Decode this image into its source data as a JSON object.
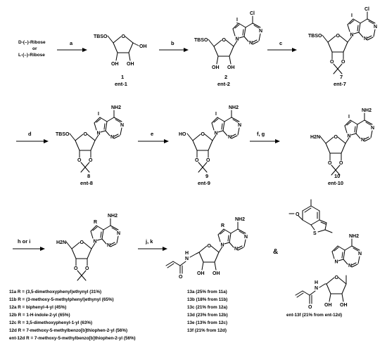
{
  "starting_material": {
    "line1": "D-(–)-Ribose",
    "line2": "or",
    "line3": "L-(–)-Ribose"
  },
  "reagents": {
    "a": "a",
    "b": "b",
    "c": "c",
    "d": "d",
    "e": "e",
    "fg": "f, g",
    "hi": "h or i",
    "jk": "j, k",
    "amp": "&"
  },
  "compounds": {
    "c1": {
      "num": "1",
      "ent": "ent-1"
    },
    "c2": {
      "num": "2",
      "ent": "ent-2"
    },
    "c7": {
      "num": "7",
      "ent": "ent-7"
    },
    "c8": {
      "num": "8",
      "ent": "ent-8"
    },
    "c9": {
      "num": "9",
      "ent": "ent-9"
    },
    "c10": {
      "num": "10",
      "ent": "ent-10"
    },
    "ent13f": {
      "label": "ent-13f (21% from ent-12d)"
    }
  },
  "atoms": {
    "tbso": "TBSO",
    "ho": "HO",
    "h2n": "H2N",
    "nh2": "NH2",
    "oh": "OH",
    "o": "O",
    "n": "N",
    "i": "I",
    "cl": "Cl",
    "r": "R",
    "s": "S",
    "h": "H"
  },
  "legend_12": [
    "11a R = (3,5-dimethoxyphenyl)ethynyl (31%)",
    "11b R = (3-methoxy-5-methylphenyl)ethynyl (65%)",
    "12a R = biphenyl-4-yl (45%)",
    "12b R = 1-H-indole-2-yl (65%)",
    "12c R = 3,5-dimethoxyphenyl-1-yl (63%)",
    "12d R = 7-methoxy-5-methylbenzo[b]thiophen-2-yl (56%)",
    "ent-12d R = 7-methoxy-5-methylbenzo[b]thiophen-2-yl (56%)"
  ],
  "legend_13": [
    "13a (25% from 11a)",
    "13b (18% from 11b)",
    "13c (21% from 12a)",
    "13d (23% from 12b)",
    "13e (13% from 12c)",
    "13f (21% from 12d)"
  ]
}
